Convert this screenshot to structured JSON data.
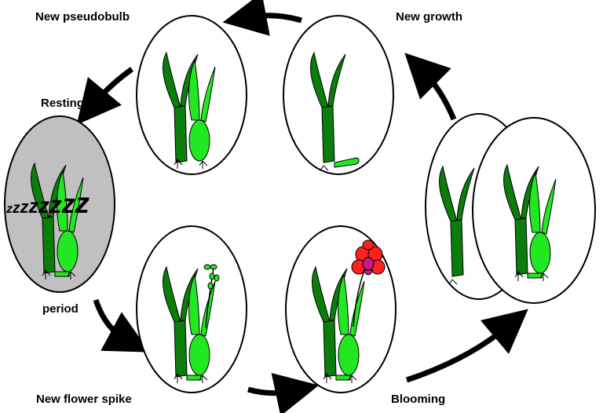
{
  "labels": {
    "new_pseudobulb": "New pseudobulb",
    "new_growth": "New growth",
    "resting": "Resting",
    "period": "period",
    "new_flower_spike": "New flower spike",
    "blooming": "Blooming"
  },
  "sleep_text": "zzzzzzzz",
  "colors": {
    "dark_leaf": "#0b7d0b",
    "light_leaf": "#22e822",
    "rest_fill": "#c0c0c0",
    "flower": "#ff2020",
    "flower_center": "#cc1888",
    "outline": "#000000",
    "background": "#ffffff"
  },
  "icons": {
    "arrow": "curved-arrow-icon",
    "plant": "orchid-plant-icon",
    "flower": "orchid-flower-icon"
  }
}
